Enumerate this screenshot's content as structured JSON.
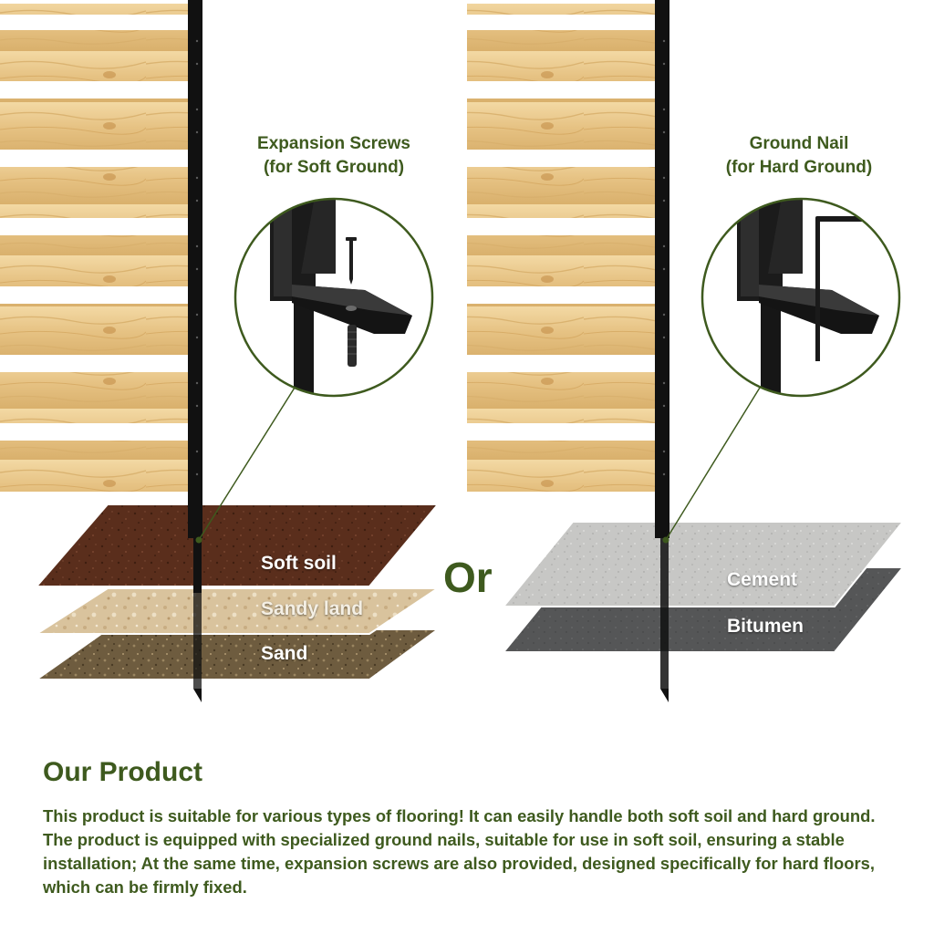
{
  "left_callout": {
    "title_line1": "Expansion Screws",
    "title_line2": "(for Soft Ground)"
  },
  "right_callout": {
    "title_line1": "Ground Nail",
    "title_line2": "(for Hard Ground)"
  },
  "left_layers": {
    "soft_soil": "Soft soil",
    "sandy_land": "Sandy land",
    "sand": "Sand"
  },
  "or_label": "Or",
  "right_layers": {
    "cement": "Cement",
    "bitumen": "Bitumen"
  },
  "product": {
    "heading": "Our Product",
    "body": "This product is suitable for various types of flooring! It can easily handle both soft soil and hard ground. The product is equipped with specialized ground nails, suitable for use in soft soil, ensuring a stable installation; At the same time, expansion screws are also provided, designed specifically for hard floors, which can be firmly fixed."
  },
  "colors": {
    "accent_green": "#3e5a1e",
    "wood": "#e9c98f",
    "post": "#111111",
    "soft_soil": "#5a2e1c",
    "sandy_land": "#d8c29c",
    "sand": "#6b5a3d",
    "cement": "#c9c9c9",
    "bitumen": "#555555"
  }
}
